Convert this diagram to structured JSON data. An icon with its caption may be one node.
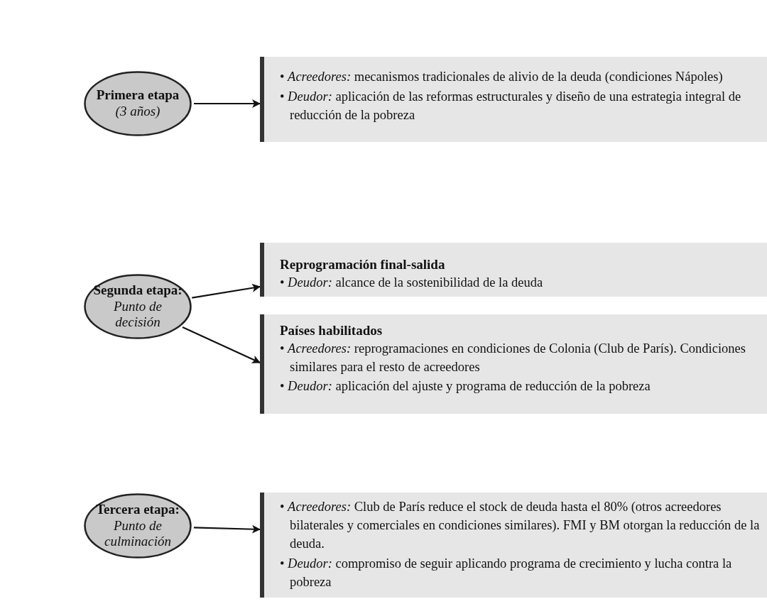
{
  "diagram": {
    "nodes": [
      {
        "text": [
          "Primera etapa",
          "(3 años)"
        ]
      },
      {
        "text": [
          "• *Acreedores:* mecanismos tradicionales de alivio de la deuda (condiciones Nápoles)",
          "• *Deudor:* aplicación de las reformas estructurales y diseño de una estrategia integral de reducción de la pobreza"
        ]
      },
      {
        "text": [
          "Segunda etapa:",
          "Punto de decisión"
        ]
      },
      {
        "text": [
          "Reprogramación final-salida",
          "• *Deudor:* alcance de la sostenibilidad de la deuda"
        ]
      },
      {
        "text": [
          "Países habilitados",
          "• *Acreedores:* reprogramaciones en condiciones de Colonia (Club de París). Condiciones similares para el resto de acreedores",
          "• *Deudor:* aplicación del ajuste y programa de reducción de la pobreza"
        ]
      },
      {
        "text": [
          "Tercera etapa:",
          "Punto de culminación"
        ]
      },
      {
        "text": [
          "• *Acreedores:* Club de París reduce el stock de deuda hasta el 80% (otros acreedores bilaterales y comerciales en condiciones similares). FMI y BM otorgan la reducción de la deuda.",
          "• *Deudor:* compromiso de seguir aplicando programa de crecimiento y lucha contra la pobreza"
        ]
      }
    ],
    "edges": [
      {
        "from": 0,
        "to": 1,
        "arrow": "to"
      },
      {
        "from": 2,
        "to": 3,
        "arrow": "to"
      },
      {
        "from": 2,
        "to": 4,
        "arrow": "to"
      },
      {
        "from": 5,
        "to": 6,
        "arrow": "to"
      }
    ]
  }
}
